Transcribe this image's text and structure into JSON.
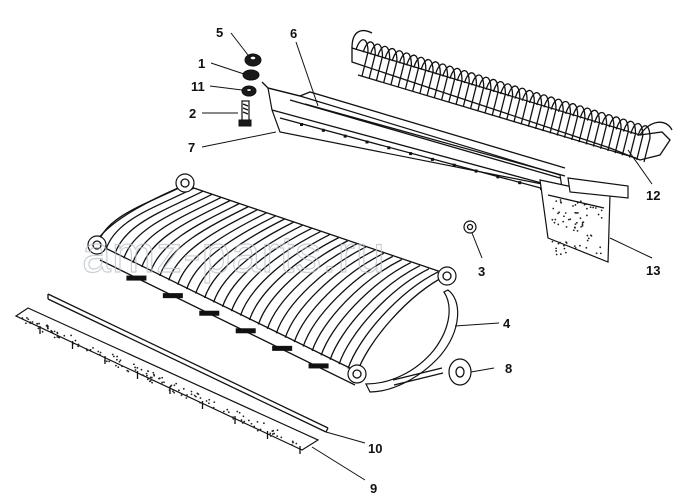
{
  "watermark": "amz-parts.ru",
  "callouts": [
    {
      "id": "c5",
      "label": "5"
    },
    {
      "id": "c1",
      "label": "1"
    },
    {
      "id": "c11",
      "label": "11"
    },
    {
      "id": "c2",
      "label": "2"
    },
    {
      "id": "c6",
      "label": "6"
    },
    {
      "id": "c7",
      "label": "7"
    },
    {
      "id": "c12",
      "label": "12"
    },
    {
      "id": "c13",
      "label": "13"
    },
    {
      "id": "c3",
      "label": "3"
    },
    {
      "id": "c4",
      "label": "4"
    },
    {
      "id": "c8",
      "label": "8"
    },
    {
      "id": "c10",
      "label": "10"
    },
    {
      "id": "c9",
      "label": "9"
    }
  ],
  "colors": {
    "ink": "#111111",
    "paper": "#ffffff",
    "watermark": "#b8bfc8"
  }
}
